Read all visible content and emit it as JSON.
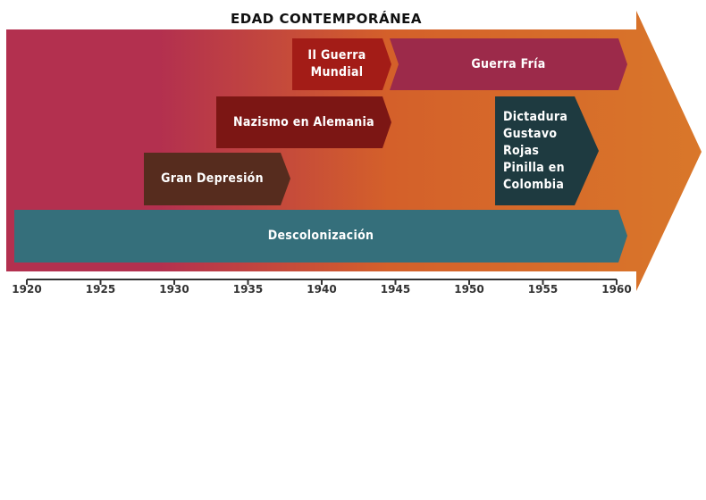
{
  "title": "EDAD CONTEMPORÁNEA",
  "events": {
    "ww2": "II Guerra Mundial",
    "cold_war": "Guerra Fría",
    "nazism": "Nazismo en Alemania",
    "depression": "Gran Depresión",
    "dictatorship": "Dictadura Gustavo Rojas Pinilla en Colombia",
    "decolonization": "Descolonización"
  },
  "axis_years": [
    "1920",
    "1925",
    "1930",
    "1935",
    "1940",
    "1945",
    "1950",
    "1955",
    "1960"
  ],
  "colors": {
    "gradient_start": "#b3304f",
    "gradient_end": "#d9762a",
    "ww2": "#a31c17",
    "cold_war": "#9c2a4a",
    "nazism": "#7c1614",
    "depression": "#562c1e",
    "dictatorship": "#1e3a40",
    "decolonization": "#356f7b"
  }
}
